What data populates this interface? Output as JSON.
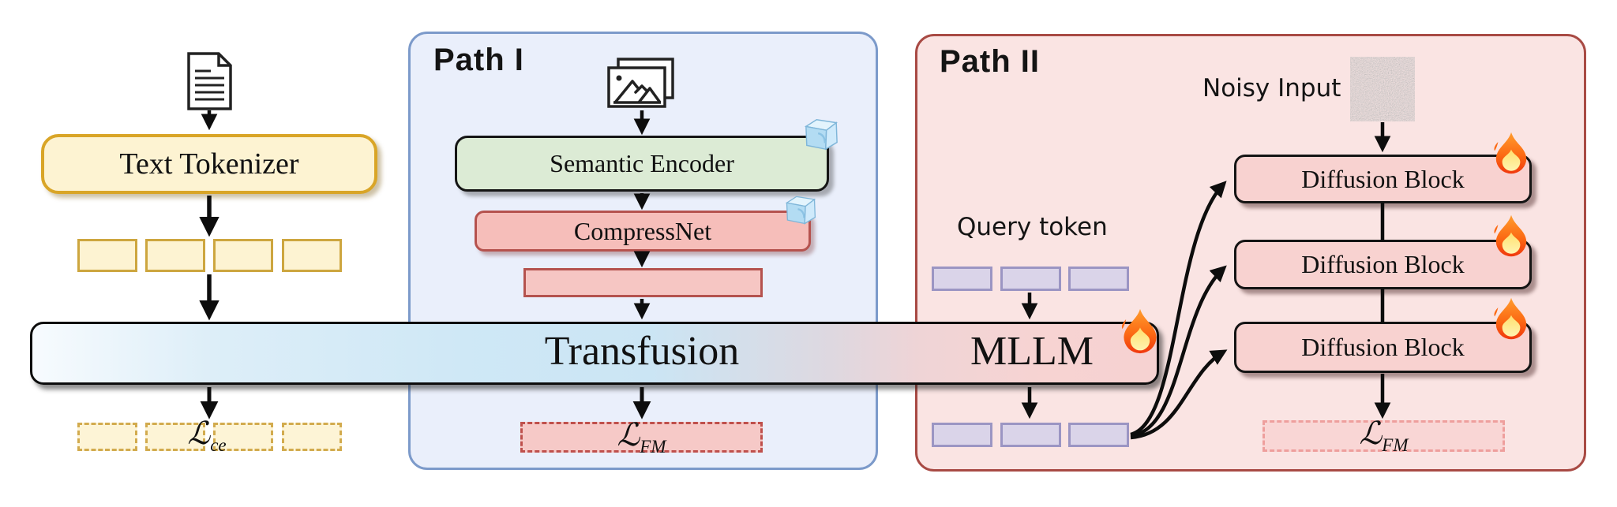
{
  "colors": {
    "path1_bg": "#eaeffb",
    "path1_border": "#7c9aca",
    "path2_bg": "#fae4e3",
    "path2_border": "#a84a44",
    "tokenizer_bg": "#fdf3d2",
    "tokenizer_border": "#d9a527",
    "text_token_border": "#cda63f",
    "encoder_bg": "#dcebd5",
    "encoder_border": "#151515",
    "compress_bg": "#f6beba",
    "compress_border": "#b5524e",
    "bar_blue": "#cde7f5",
    "bar_pink": "#f7d3d2",
    "query_token_bg": "#dad4e9",
    "query_token_border": "#9b95c3",
    "diffusion_bg": "#f8d2d0",
    "loss_ce_border": "#d2ab4e",
    "loss_fm1_border": "#bf504c",
    "loss_fm2_border": "#ee9f9d"
  },
  "text_path": {
    "tokenizer_label": "Text Tokenizer",
    "token_count": 4,
    "loss": {
      "symbol": "ℒ",
      "sub": "ce"
    }
  },
  "path1": {
    "title": "Path I",
    "encoder_label": "Semantic Encoder",
    "compress_label": "CompressNet",
    "loss": {
      "symbol": "ℒ",
      "sub": "FM"
    }
  },
  "backbone": {
    "transfusion_label": "Transfusion",
    "mllm_label": "MLLM"
  },
  "path2": {
    "title": "Path II",
    "noisy_input_label": "Noisy Input",
    "query_token_label": "Query token",
    "query_token_count": 3,
    "diffusion_blocks": [
      {
        "label": "Diffusion Block"
      },
      {
        "label": "Diffusion Block"
      },
      {
        "label": "Diffusion Block"
      }
    ],
    "loss": {
      "symbol": "ℒ",
      "sub": "FM"
    }
  },
  "icons": {
    "document": "document-icon",
    "photos": "photos-icon",
    "frozen": "ice-cube-icon",
    "trainable": "fire-icon",
    "noise": "noise-image"
  }
}
